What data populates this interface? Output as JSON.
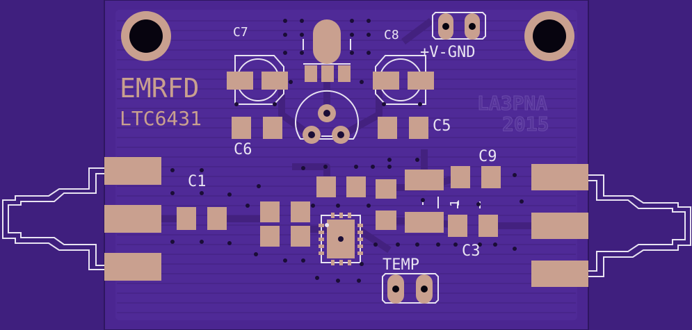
{
  "board": {
    "title": "EMRFD",
    "part": "LTC6431",
    "credit_call": "LA3PNA",
    "credit_year": "2015",
    "colors": {
      "background": "#3f1f7e",
      "board": "#4b2691",
      "pour": "#4f2a97",
      "pad": "#c9a08f",
      "silkscreen": "#e9e4f2",
      "via": "#1a0d36"
    }
  },
  "labels": {
    "c1": "C1",
    "c3": "C3",
    "c5": "C5",
    "c6": "C6",
    "c7": "C7",
    "c8": "C8",
    "c9": "C9",
    "power": "+V-GND",
    "temp": "TEMP",
    "pin1": "1"
  }
}
